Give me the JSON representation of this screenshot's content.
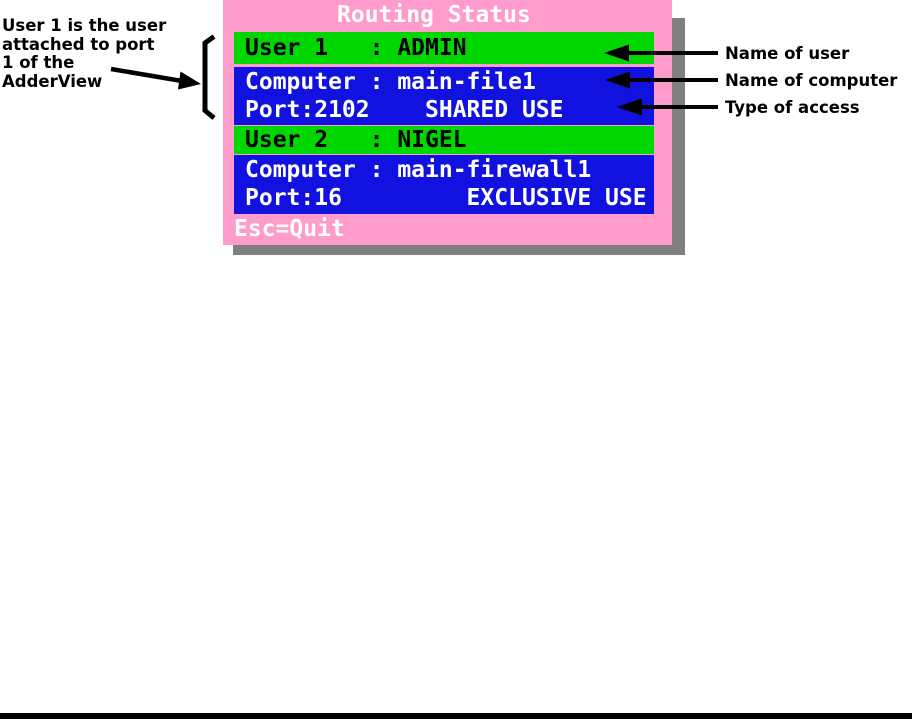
{
  "note": {
    "lines": [
      "User 1 is the user",
      "attached to port",
      "1 of the",
      "AdderView"
    ]
  },
  "osd": {
    "title": "Routing Status",
    "rows": [
      {
        "kind": "user",
        "text": "User 1   : ADMIN"
      },
      {
        "kind": "computer",
        "line1": "Computer : main-file1",
        "line2": "Port:2102    SHARED USE"
      },
      {
        "kind": "user",
        "text": "User 2   : NIGEL"
      },
      {
        "kind": "computer",
        "line1": "Computer : main-firewall1",
        "line2": "Port:16         EXCLUSIVE USE"
      }
    ],
    "status": "Esc=Quit"
  },
  "callouts": [
    "Name of user",
    "Name of computer",
    "Type of access"
  ],
  "colors": {
    "window_bg": "#FF9CCB",
    "user_row_bg": "#00D600",
    "computer_row_bg": "#1212E0",
    "shadow": "#808080",
    "title_text": "#FFFFFF",
    "user_row_text": "#000000",
    "computer_row_text": "#FFFFFF"
  }
}
